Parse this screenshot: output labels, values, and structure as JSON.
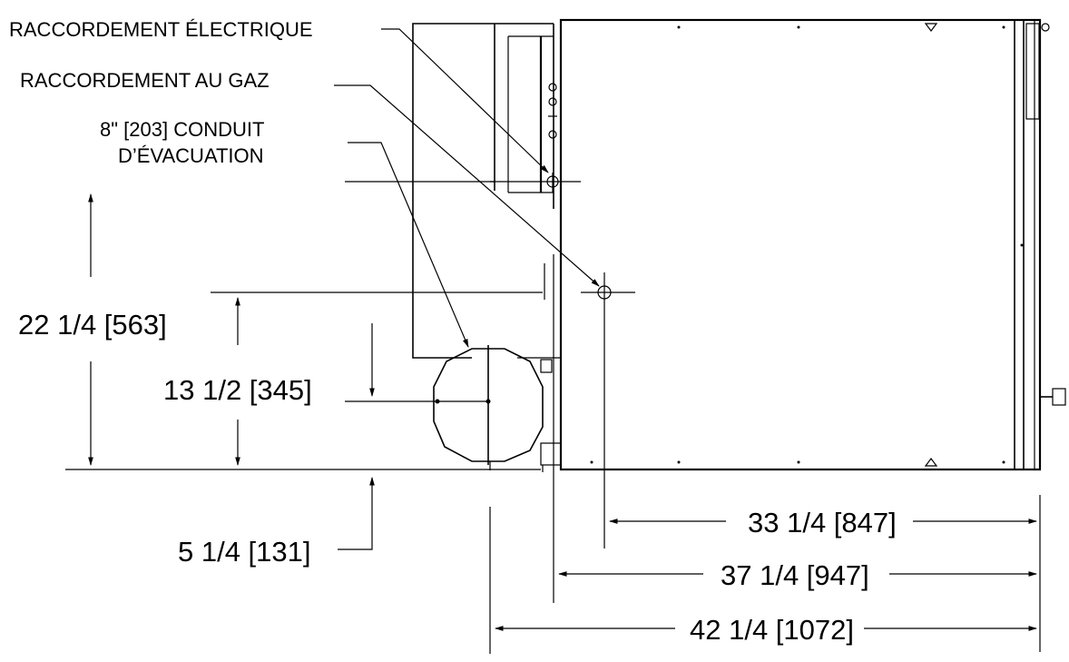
{
  "callouts": {
    "electrical": "RACCORDEMENT ÉLECTRIQUE",
    "gas": "RACCORDEMENT AU GAZ",
    "vent_line1": "8\" [203] CONDUIT",
    "vent_line2": "D’ÉVACUATION"
  },
  "dimensions": {
    "height_overall": "22 1/4 [563]",
    "height_vent": "13 1/2 [345]",
    "offset_bottom": "5 1/4 [131]",
    "width_gas": "33 1/4 [847]",
    "width_body": "37 1/4 [947]",
    "width_overall": "42 1/4 [1072]"
  }
}
